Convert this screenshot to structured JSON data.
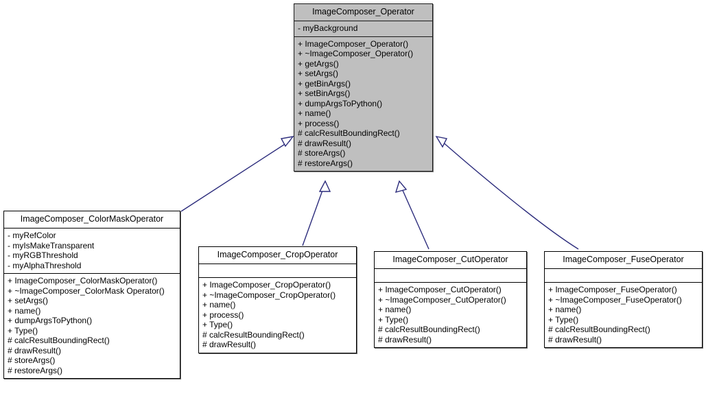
{
  "diagram": {
    "type": "uml-class-diagram",
    "relationship": "generalization",
    "edge_color": "#2c2c7c",
    "base_fill_color": "#bfbfbf",
    "derived_fill_color": "#ffffff",
    "border_color": "#000000",
    "background": "#ffffff"
  },
  "classes": {
    "base": {
      "name": "ImageComposer_Operator",
      "attributes": [
        "- myBackground"
      ],
      "operations": [
        "+ ImageComposer_Operator()",
        "+ ~ImageComposer_Operator()",
        "+ getArgs()",
        "+ setArgs()",
        "+ getBinArgs()",
        "+ setBinArgs()",
        "+ dumpArgsToPython()",
        "+ name()",
        "+ process()",
        "# calcResultBoundingRect()",
        "# drawResult()",
        "# storeArgs()",
        "# restoreArgs()"
      ]
    },
    "colormask": {
      "name": "ImageComposer_ColorMaskOperator",
      "attributes": [
        "- myRefColor",
        "- myIsMakeTransparent",
        "- myRGBThreshold",
        "- myAlphaThreshold"
      ],
      "operations": [
        "+ ImageComposer_ColorMaskOperator()",
        "+ ~ImageComposer_ColorMask Operator()",
        "+ setArgs()",
        "+ name()",
        "+ dumpArgsToPython()",
        "+ Type()",
        "# calcResultBoundingRect()",
        "# drawResult()",
        "# storeArgs()",
        "# restoreArgs()"
      ]
    },
    "crop": {
      "name": "ImageComposer_CropOperator",
      "attributes": [],
      "operations": [
        "+ ImageComposer_CropOperator()",
        "+ ~ImageComposer_CropOperator()",
        "+ name()",
        "+ process()",
        "+ Type()",
        "# calcResultBoundingRect()",
        "# drawResult()"
      ]
    },
    "cut": {
      "name": "ImageComposer_CutOperator",
      "attributes": [],
      "operations": [
        "+ ImageComposer_CutOperator()",
        "+ ~ImageComposer_CutOperator()",
        "+ name()",
        "+ Type()",
        "# calcResultBoundingRect()",
        "# drawResult()"
      ]
    },
    "fuse": {
      "name": "ImageComposer_FuseOperator",
      "attributes": [],
      "operations": [
        "+ ImageComposer_FuseOperator()",
        "+ ~ImageComposer_FuseOperator()",
        "+ name()",
        "+ Type()",
        "# calcResultBoundingRect()",
        "# drawResult()"
      ]
    }
  }
}
